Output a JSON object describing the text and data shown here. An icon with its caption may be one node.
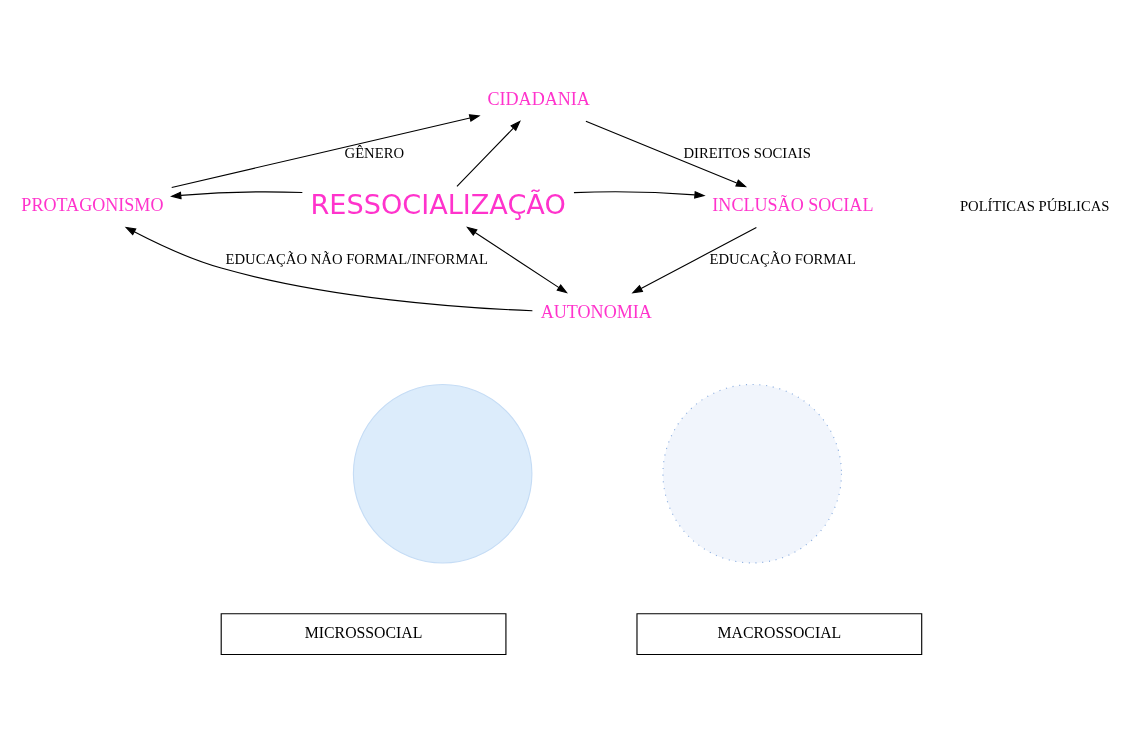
{
  "diagram": {
    "nodes": [
      {
        "text": [],
        "shape": "circle"
      },
      {
        "text": [],
        "shape": "circle"
      },
      {
        "text": [
          "CIDADANIA"
        ]
      },
      {
        "text": [
          "PROTAGONISMO"
        ]
      },
      {
        "text": [
          "RESSOCIALIZAÇÃO"
        ]
      },
      {
        "text": [
          "INCLUSÃO SOCIAL"
        ]
      },
      {
        "text": [
          "AUTONOMIA"
        ]
      },
      {
        "text": [
          "MICROSSOCIAL"
        ]
      },
      {
        "text": [
          "MACROSSOCIAL"
        ]
      }
    ],
    "edges": [
      {
        "from": 4,
        "to": 2,
        "arrow": "to"
      },
      {
        "from": 4,
        "to": 3,
        "arrow": "to"
      },
      {
        "from": 4,
        "to": 5,
        "arrow": "to"
      },
      {
        "from": 4,
        "to": 6,
        "arrow": "both"
      },
      {
        "from": 3,
        "to": 2,
        "arrow": "to",
        "label": "GÊNERO"
      },
      {
        "from": 2,
        "to": 5,
        "arrow": "to",
        "label": "DIREITOS SOCIAIS"
      },
      {
        "from": 5,
        "to": 6,
        "arrow": "to",
        "label": "EDUCAÇÃO FORMAL"
      },
      {
        "from": 6,
        "to": 3,
        "arrow": "to",
        "label": "EDUCAÇÃO NÃO FORMAL/INFORMAL"
      }
    ],
    "labels": [
      "POLÍTICAS PÚBLICAS"
    ]
  }
}
